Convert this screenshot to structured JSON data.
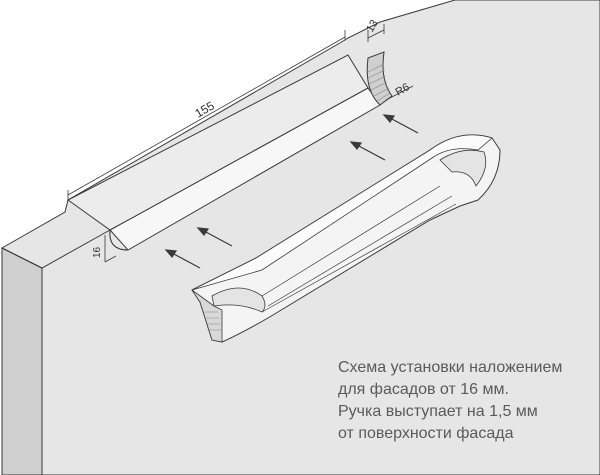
{
  "dimensions": {
    "length": "155",
    "width": "13",
    "radius": "R6",
    "depth": "16"
  },
  "caption": {
    "line1": "Схема установки наложением",
    "line2": "для фасадов от 16 мм.",
    "line3": "Ручка выступает на 1,5 мм",
    "line4": "от поверхности фасада"
  },
  "colors": {
    "panel_face": "#e6e6e6",
    "panel_side": "#cfcfcf",
    "outline": "#3a3a3a",
    "handle": "#f4f4f4",
    "caption": "#5a5a5a"
  }
}
